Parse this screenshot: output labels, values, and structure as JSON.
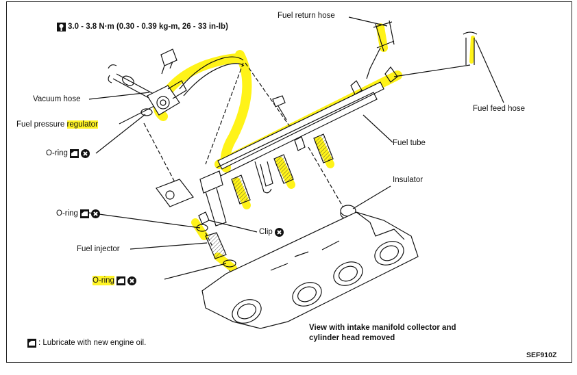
{
  "torque_spec": "3.0 - 3.8 N·m (0.30 - 0.39 kg-m, 26 - 33 in-lb)",
  "labels": {
    "fuel_return_hose": "Fuel return hose",
    "fuel_feed_hose": "Fuel feed hose",
    "vacuum_hose": "Vacuum hose",
    "fuel_pressure_regulator": "Fuel pressure regulator",
    "fuel_pressure_regulator_a": "Fuel pressure ",
    "fuel_pressure_regulator_b": "regulator",
    "o_ring_1": "O-ring",
    "fuel_tube": "Fuel tube",
    "insulator": "Insulator",
    "o_ring_2": "O-ring",
    "clip": "Clip",
    "fuel_injector": "Fuel injector",
    "o_ring_3": "O-ring"
  },
  "note_line1": "View with intake manifold collector and",
  "note_line2": "cylinder head removed",
  "legend": ": Lubricate with new engine oil.",
  "figure_code": "SEF910Z",
  "colors": {
    "highlight": "#fff200",
    "ink": "#111111"
  },
  "icons": [
    "torque-wrench-icon",
    "oil-can-icon",
    "replace-x-icon"
  ]
}
